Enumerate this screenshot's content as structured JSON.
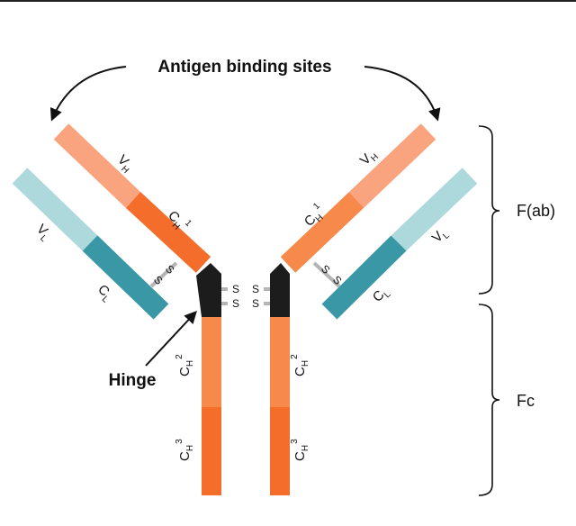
{
  "title": "Antigen binding sites",
  "hinge_label": "Hinge",
  "regions": {
    "fab": "F(ab)",
    "fc": "Fc"
  },
  "segments": {
    "vh": {
      "main": "V",
      "sub": "H"
    },
    "ch1": {
      "main": "C",
      "sub": "H",
      "sup": "1"
    },
    "vl": {
      "main": "V",
      "sub": "L"
    },
    "cl": {
      "main": "C",
      "sub": "L"
    },
    "ch2": {
      "main": "C",
      "sub": "H",
      "sup": "2"
    },
    "ch3": {
      "main": "C",
      "sub": "H",
      "sup": "3"
    }
  },
  "disulfide": {
    "s": "S"
  },
  "colors": {
    "vh": "#f9a47f",
    "ch1": "#f46d2b",
    "vl": "#add9dc",
    "cl": "#3a97a5",
    "ch2": "#f7894a",
    "ch3": "#f46d2b",
    "hinge": "#1c1c1c",
    "bond": "#b5b5b5",
    "text": "#111111"
  }
}
